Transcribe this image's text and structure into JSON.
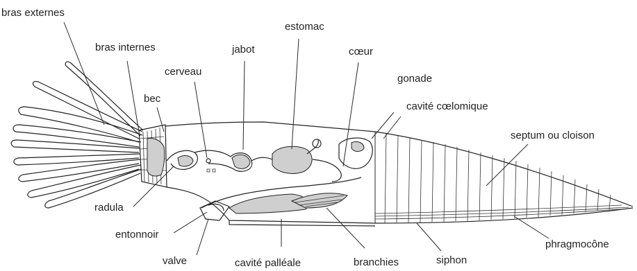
{
  "labels": {
    "bras_externes": "bras externes",
    "bras_internes": "bras internes",
    "cerveau": "cerveau",
    "jabot": "jabot",
    "estomac": "estomac",
    "coeur": "cœur",
    "gonade": "gonade",
    "cavite_coelomique": "cavité cœlomique",
    "bec": "bec",
    "septum": "septum ou cloison",
    "radula": "radula",
    "entonnoir": "entonnoir",
    "valve": "valve",
    "cavite_palleale": "cavité palléale",
    "branchies": "branchies",
    "siphon": "siphon",
    "phragmocone": "phragmocône"
  }
}
